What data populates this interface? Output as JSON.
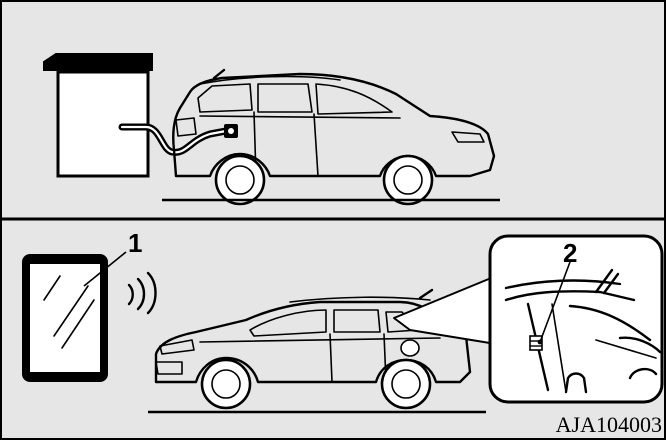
{
  "panels": {
    "top": {
      "scene": "vehicle-connected-to-charging-station"
    },
    "bottom": {
      "scene": "vehicle-wireless-signal-to-smartphone"
    }
  },
  "callouts": {
    "one": "1",
    "two": "2"
  },
  "figure_code": "AJA104003",
  "icons": {
    "charging_station": "charging-station-icon",
    "charging_cable": "charging-cable-icon",
    "smartphone": "smartphone-icon",
    "wireless_signal": "wireless-signal-icon"
  },
  "colors": {
    "background": "#e6e6e6",
    "line": "#000000",
    "paper": "#ffffff"
  }
}
